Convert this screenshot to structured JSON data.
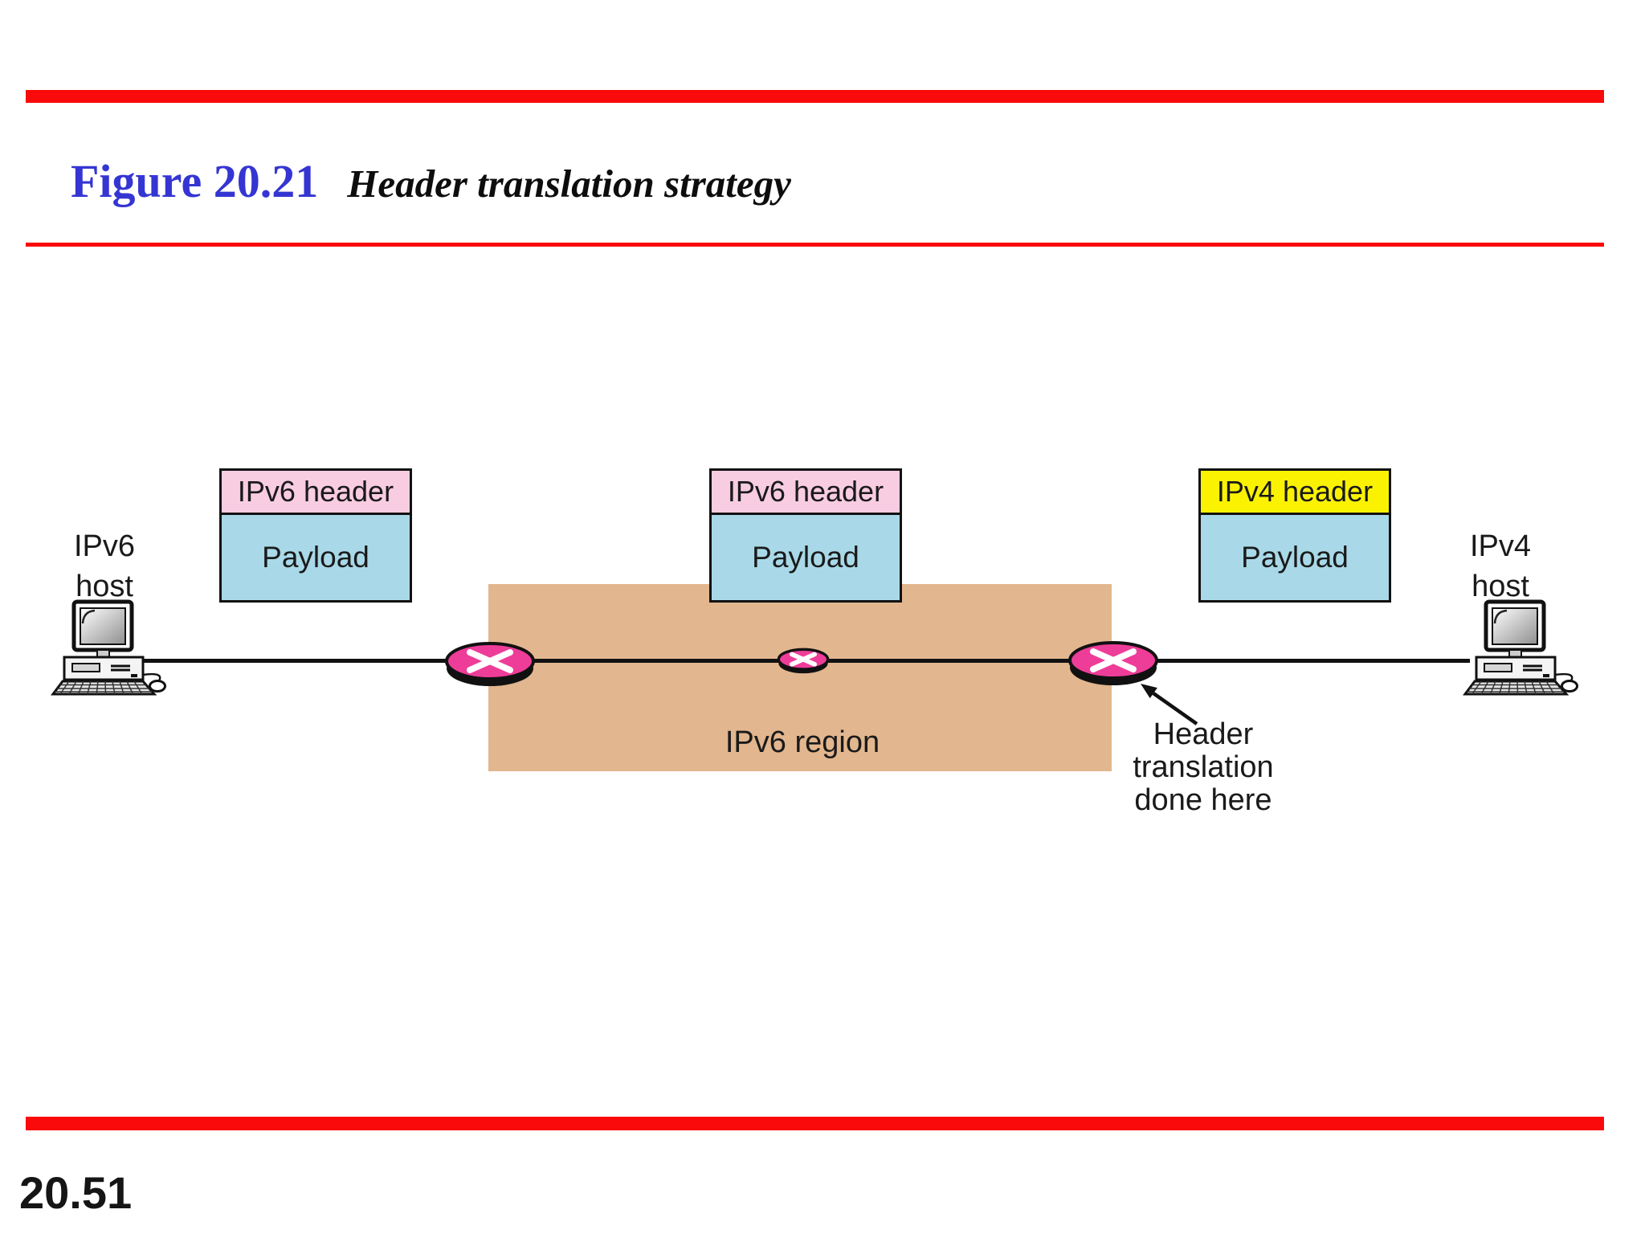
{
  "slide": {
    "title_figure": "Figure 20.21",
    "title_caption": "Header translation strategy",
    "page_number": "20.51"
  },
  "colors": {
    "rule_red": "#fa0a0a",
    "title_blue": "#3535d3",
    "ipv6_header_pink": "#f8cce1",
    "ipv4_header_yellow": "#fbf201",
    "payload_blue": "#a9d9e8",
    "region_tan": "#e2b68e",
    "router_pink": "#ee3d98"
  },
  "packets": [
    {
      "header": "IPv6 header",
      "payload": "Payload"
    },
    {
      "header": "IPv6 header",
      "payload": "Payload"
    },
    {
      "header": "IPv4 header",
      "payload": "Payload"
    }
  ],
  "hosts": {
    "left": {
      "line1": "IPv6",
      "line2": "host"
    },
    "right": {
      "line1": "IPv4",
      "line2": "host"
    }
  },
  "region": {
    "label": "IPv6 region"
  },
  "annotation": {
    "line1": "Header",
    "line2": "translation",
    "line3": "done here"
  }
}
